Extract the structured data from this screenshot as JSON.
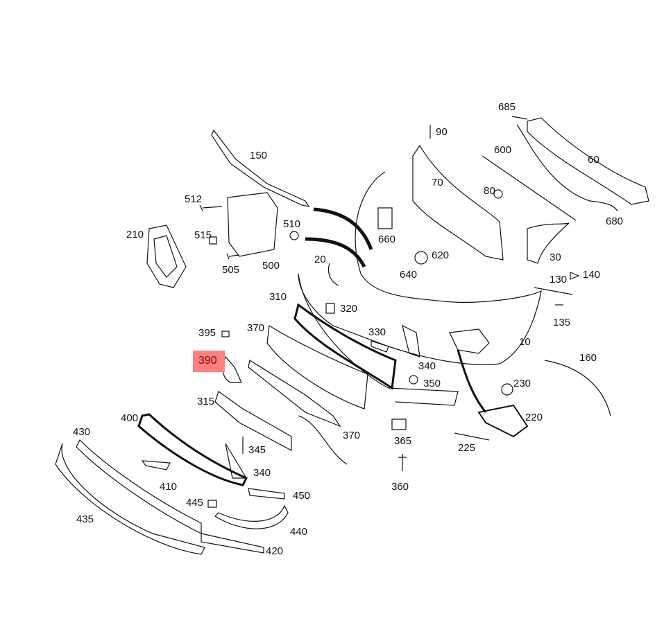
{
  "diagram": {
    "highlighted_part": "390",
    "highlight_color": "#ff7f7f",
    "labels": [
      "685",
      "90",
      "600",
      "60",
      "150",
      "70",
      "80",
      "512",
      "510",
      "680",
      "210",
      "515",
      "660",
      "620",
      "505",
      "500",
      "20",
      "30",
      "640",
      "140",
      "130",
      "310",
      "320",
      "135",
      "395",
      "370",
      "330",
      "10",
      "390",
      "160",
      "340",
      "350",
      "230",
      "315",
      "400",
      "220",
      "370",
      "430",
      "365",
      "345",
      "225",
      "340",
      "410",
      "360",
      "450",
      "445",
      "435",
      "440",
      "420"
    ]
  }
}
